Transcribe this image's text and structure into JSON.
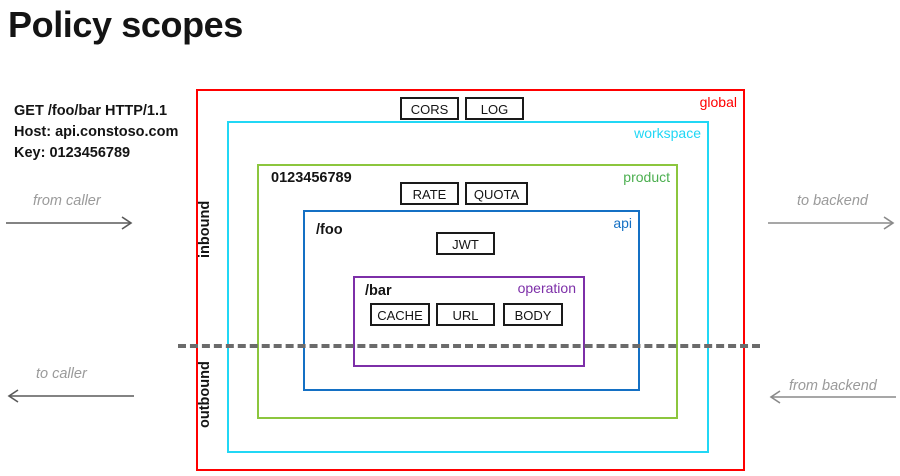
{
  "title": "Policy scopes",
  "request": {
    "lines": [
      "GET /foo/bar HTTP/1.1",
      "Host: api.constoso.com",
      "Key: 0123456789"
    ],
    "line1": "GET /foo/bar HTTP/1.1",
    "line2": "Host: api.constoso.com",
    "line3": "Key: 0123456789"
  },
  "scopes": {
    "global": {
      "label": "global",
      "color": "#ff0000",
      "policies": [
        {
          "label": "CORS"
        },
        {
          "label": "LOG"
        }
      ]
    },
    "workspace": {
      "label": "workspace",
      "color": "#21d7f5",
      "policies": []
    },
    "product": {
      "label": "product",
      "color": "#4caf50",
      "key": "0123456789",
      "policies": [
        {
          "label": "RATE"
        },
        {
          "label": "QUOTA"
        }
      ]
    },
    "api": {
      "label": "api",
      "color": "#1470c4",
      "path": "/foo",
      "policies": [
        {
          "label": "JWT"
        }
      ]
    },
    "operation": {
      "label": "operation",
      "color": "#7d2fa8",
      "path": "/bar",
      "policies": [
        {
          "label": "CACHE"
        },
        {
          "label": "URL"
        },
        {
          "label": "BODY"
        }
      ]
    }
  },
  "directions": {
    "inbound": "inbound",
    "outbound": "outbound"
  },
  "flows": {
    "from_caller": "from caller",
    "to_caller": "to caller",
    "to_backend": "to backend",
    "from_backend": "from backend"
  },
  "divider": {
    "style": "dashed",
    "color": "#6b6b6b"
  }
}
